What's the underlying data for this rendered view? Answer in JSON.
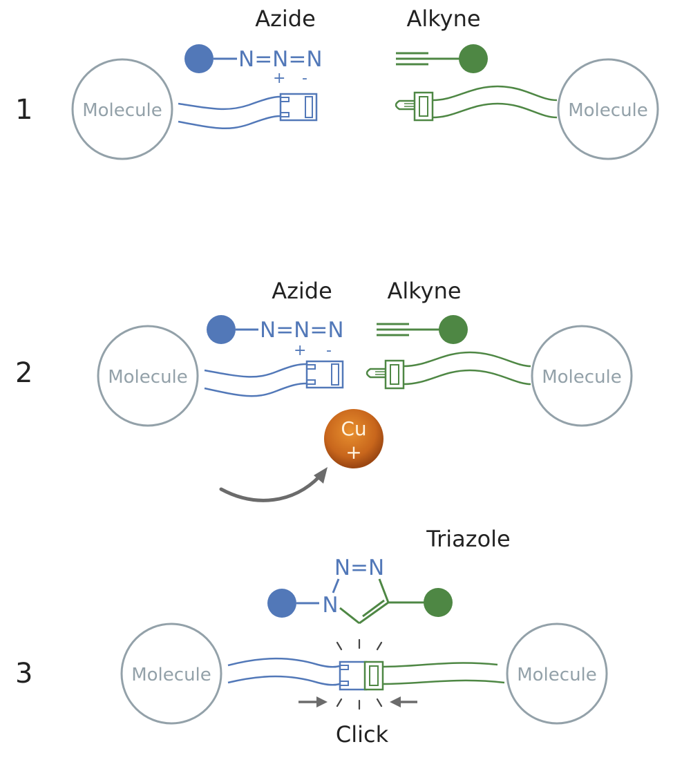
{
  "colors": {
    "azide": "#5278b8",
    "alkyne": "#4e8744",
    "molecule": "#93a1a9",
    "copper": "#c8661c",
    "arrow": "#6b6b6b",
    "text": "#222222"
  },
  "steps": [
    {
      "number": "1",
      "azide_label": "Azide",
      "alkyne_label": "Alkyne",
      "formula": "N=N=N",
      "plus": "+",
      "minus": "-",
      "molecule_left": "Molecule",
      "molecule_right": "Molecule"
    },
    {
      "number": "2",
      "azide_label": "Azide",
      "alkyne_label": "Alkyne",
      "formula": "N=N=N",
      "plus": "+",
      "minus": "-",
      "molecule_left": "Molecule",
      "molecule_right": "Molecule",
      "catalyst_symbol": "Cu",
      "catalyst_charge": "+"
    },
    {
      "number": "3",
      "product_label": "Triazole",
      "ring_top": "N=N",
      "ring_n": "N",
      "molecule_left": "Molecule",
      "molecule_right": "Molecule",
      "click_label": "Click"
    }
  ]
}
